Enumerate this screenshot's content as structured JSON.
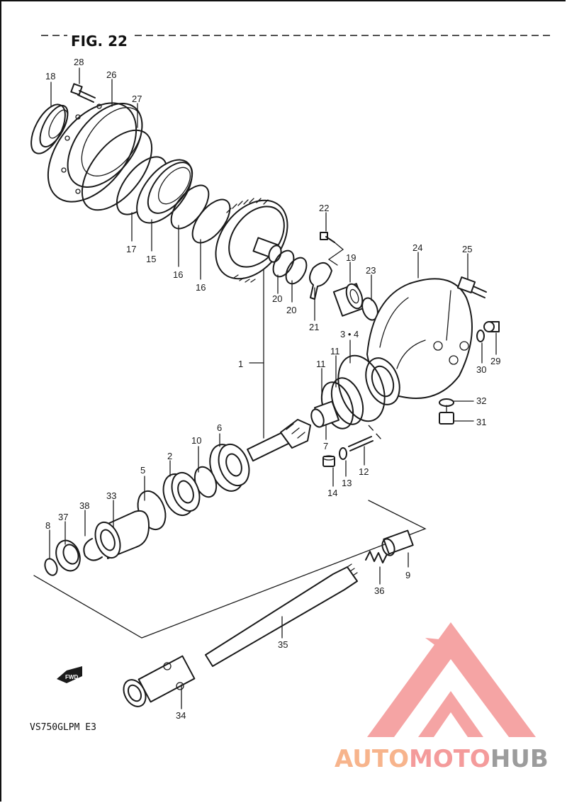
{
  "figure": {
    "title": "FIG. 22",
    "model_code": "VS750GLPM E3",
    "fwd_label": "FWD"
  },
  "part_labels": {
    "p1": "1",
    "p2": "2",
    "p3_4": "3 • 4",
    "p5": "5",
    "p6": "6",
    "p7": "7",
    "p8": "8",
    "p9": "9",
    "p10": "10",
    "p11a": "11",
    "p11b": "11",
    "p12": "12",
    "p13": "13",
    "p14": "14",
    "p15": "15",
    "p16a": "16",
    "p16b": "16",
    "p17": "17",
    "p18": "18",
    "p19": "19",
    "p20a": "20",
    "p20b": "20",
    "p21": "21",
    "p22": "22",
    "p23": "23",
    "p24": "24",
    "p25": "25",
    "p26": "26",
    "p27": "27",
    "p28": "28",
    "p29": "29",
    "p30": "30",
    "p31": "31",
    "p32": "32",
    "p33": "33",
    "p34": "34",
    "p35": "35",
    "p36": "36",
    "p37": "37",
    "p38": "38"
  },
  "watermark": {
    "part1": "AUTO",
    "part2": "MOTO",
    "part3": "HUB",
    "colors": {
      "orange": "#f7b48c",
      "red": "#f49b9b",
      "gray": "#9c9c9c"
    }
  }
}
